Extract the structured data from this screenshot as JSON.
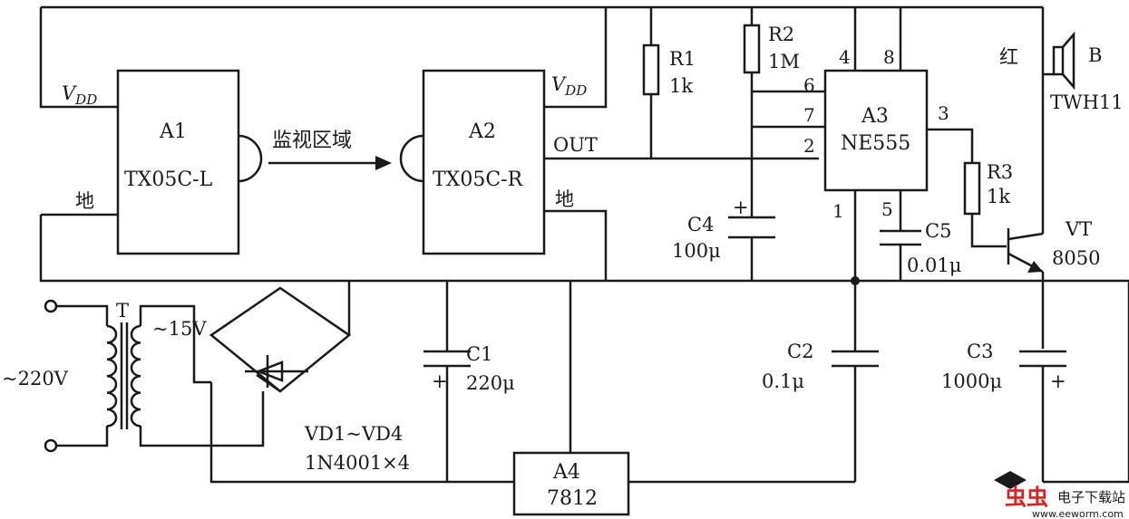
{
  "modules": {
    "a1": {
      "name": "A1",
      "part": "TX05C-L",
      "vdd": "V",
      "vdd_sub": "DD",
      "gnd": "地"
    },
    "a2": {
      "name": "A2",
      "part": "TX05C-R",
      "vdd": "V",
      "vdd_sub": "DD",
      "out": "OUT",
      "gnd": "地"
    },
    "a3": {
      "name": "A3",
      "part": "NE555",
      "pins": [
        "4",
        "8",
        "6",
        "7",
        "2",
        "3",
        "1",
        "5"
      ]
    },
    "a4": {
      "name": "A4",
      "part": "7812"
    }
  },
  "monitor_label": "监视区域",
  "resistors": [
    {
      "ref": "R1",
      "value": "1k"
    },
    {
      "ref": "R2",
      "value": "1M"
    },
    {
      "ref": "R3",
      "value": "1k"
    }
  ],
  "capacitors": [
    {
      "ref": "C1",
      "value": "220μ",
      "polarity": "+"
    },
    {
      "ref": "C2",
      "value": "0.1μ"
    },
    {
      "ref": "C3",
      "value": "1000μ",
      "polarity": "+"
    },
    {
      "ref": "C4",
      "value": "100μ",
      "polarity": "+"
    },
    {
      "ref": "C5",
      "value": "0.01μ"
    }
  ],
  "transistor": {
    "ref": "VT",
    "part": "8050"
  },
  "speaker": {
    "ref": "B",
    "part": "TWH11",
    "wire_label": "红"
  },
  "transformer": {
    "ref": "T",
    "primary": "~220V",
    "secondary": "~15V"
  },
  "bridge": {
    "ref": "VD1~VD4",
    "part": "1N4001×4"
  },
  "watermark": {
    "logo": "虫虫",
    "cn": "电子下载站",
    "url": "www.eeworm.com"
  }
}
